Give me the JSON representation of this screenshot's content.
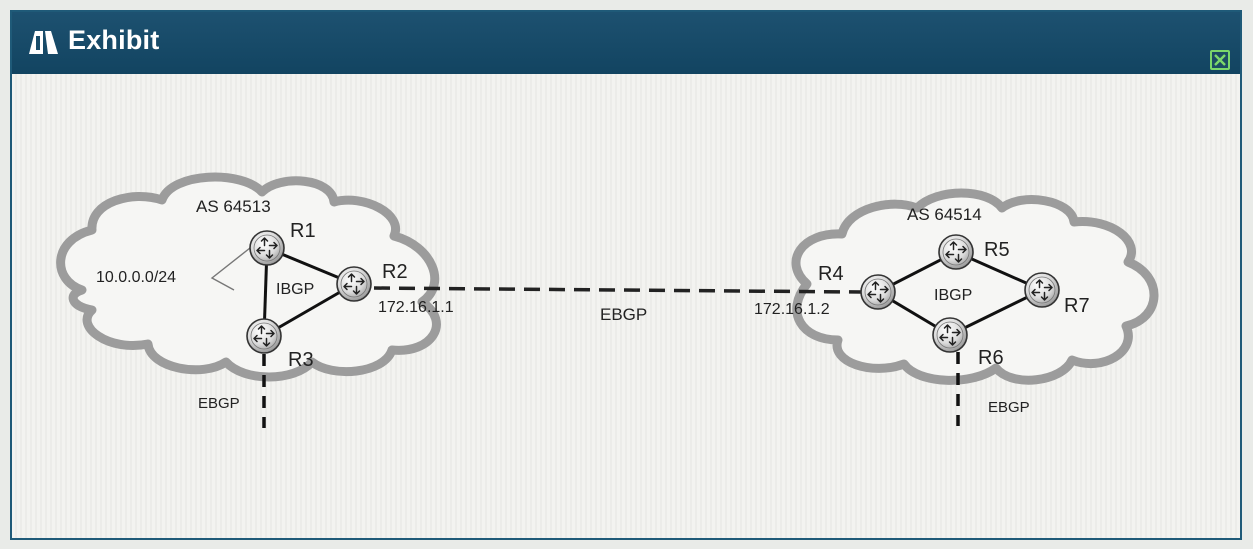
{
  "window": {
    "title": "Exhibit",
    "title_icon": "book-stand-icon",
    "close_icon": "close-x-icon",
    "title_bar_color": "#174b69",
    "close_button_color": "#7bd66a"
  },
  "diagram": {
    "as_left": {
      "label": "AS 64513",
      "prefix": "10.0.0.0/24",
      "ibgp_label": "IBGP",
      "routers": {
        "r1": "R1",
        "r2": "R2",
        "r3": "R3"
      },
      "r2_ip": "172.16.1.1",
      "external_label": "EBGP"
    },
    "as_right": {
      "label": "AS 64514",
      "ibgp_label": "IBGP",
      "routers": {
        "r4": "R4",
        "r5": "R5",
        "r6": "R6",
        "r7": "R7"
      },
      "r4_ip": "172.16.1.2",
      "external_label": "EBGP"
    },
    "peering_label": "EBGP"
  }
}
